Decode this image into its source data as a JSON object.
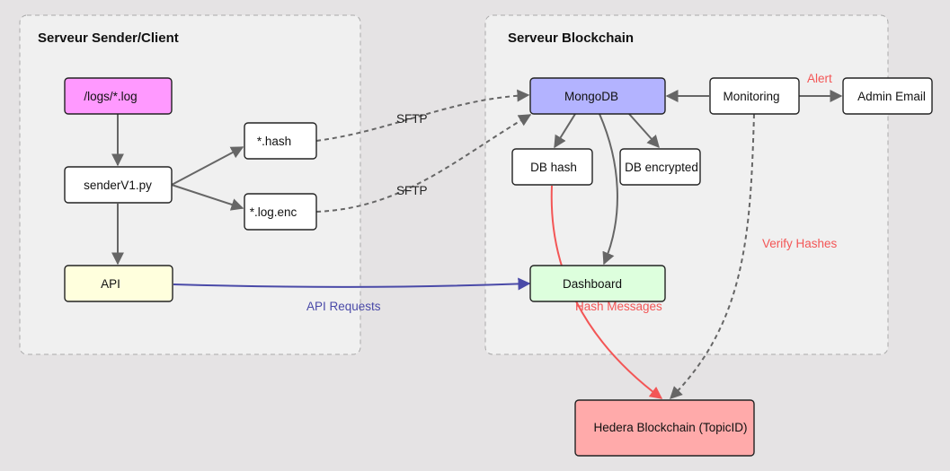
{
  "colors": {
    "background": "#e5e3e4",
    "edge_default": "#666666",
    "edge_api": "#4a4aa8",
    "edge_hash": "#f35656",
    "label_red": "#f35656",
    "label_blue": "#4a4aa8",
    "label_dark": "#222222"
  },
  "clusters": {
    "sender": {
      "title": "Serveur Sender/Client"
    },
    "blockchain": {
      "title": "Serveur Blockchain"
    }
  },
  "nodes": {
    "logs": {
      "label": "/logs/*.log",
      "fill": "#ff99ff"
    },
    "sender": {
      "label": "senderV1.py",
      "fill": "#ffffff"
    },
    "api": {
      "label": "API",
      "fill": "#ffffdd"
    },
    "hash": {
      "label": "*.hash",
      "fill": "#ffffff"
    },
    "logenc": {
      "label": "*.log.enc",
      "fill": "#ffffff"
    },
    "mongodb": {
      "label": "MongoDB",
      "fill": "#b3b3ff"
    },
    "monitoring": {
      "label": "Monitoring",
      "fill": "#ffffff"
    },
    "admin": {
      "label": "Admin Email",
      "fill": "#ffffff"
    },
    "dbhash": {
      "label": "DB hash",
      "fill": "#ffffff"
    },
    "dbenc": {
      "label": "DB encrypted",
      "fill": "#ffffff"
    },
    "dashboard": {
      "label": "Dashboard",
      "fill": "#ddffdd"
    },
    "hedera": {
      "label": "Hedera Blockchain (TopicID)",
      "fill": "#ffaaaa"
    }
  },
  "edge_labels": {
    "sftp_hash": "SFTP",
    "sftp_enc": "SFTP",
    "alert": "Alert",
    "verify": "Verify Hashes",
    "api_requests": "API Requests",
    "hash_messages": "Hash Messages"
  }
}
